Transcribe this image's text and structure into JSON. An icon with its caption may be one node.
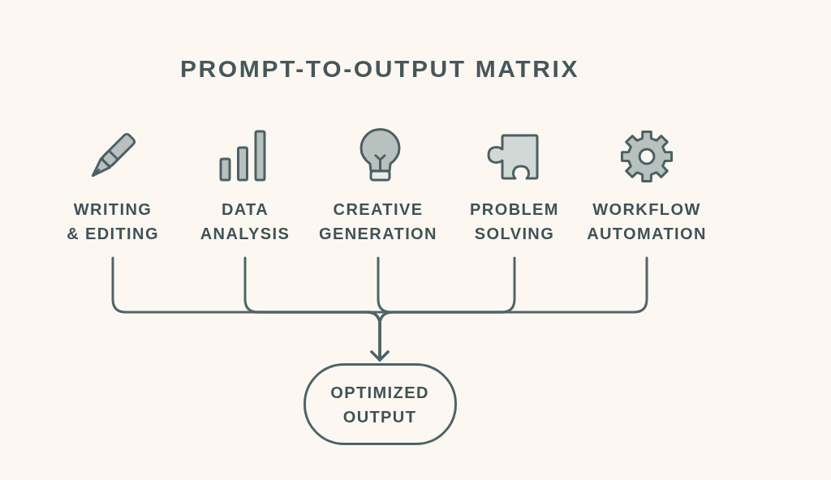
{
  "diagram": {
    "title": "PROMPT-TO-OUTPUT MATRIX",
    "nodes": [
      {
        "text": [
          "WRITING & EDITING"
        ]
      },
      {
        "text": [
          "DATA ANALYSIS"
        ]
      },
      {
        "text": [
          "CREATIVE GENERATION"
        ]
      },
      {
        "text": [
          "PROBLEM SOLVING"
        ]
      },
      {
        "text": [
          "WORKFLOW AUTOMATION"
        ]
      },
      {
        "text": [
          "OPTIMIZED OUTPUT"
        ]
      }
    ],
    "edges": [
      {
        "from": 0,
        "to": 5,
        "arrow": "to"
      },
      {
        "from": 1,
        "to": 5,
        "arrow": "to"
      },
      {
        "from": 2,
        "to": 5,
        "arrow": "to"
      },
      {
        "from": 3,
        "to": 5,
        "arrow": "to"
      },
      {
        "from": 4,
        "to": 5,
        "arrow": "to"
      }
    ]
  }
}
